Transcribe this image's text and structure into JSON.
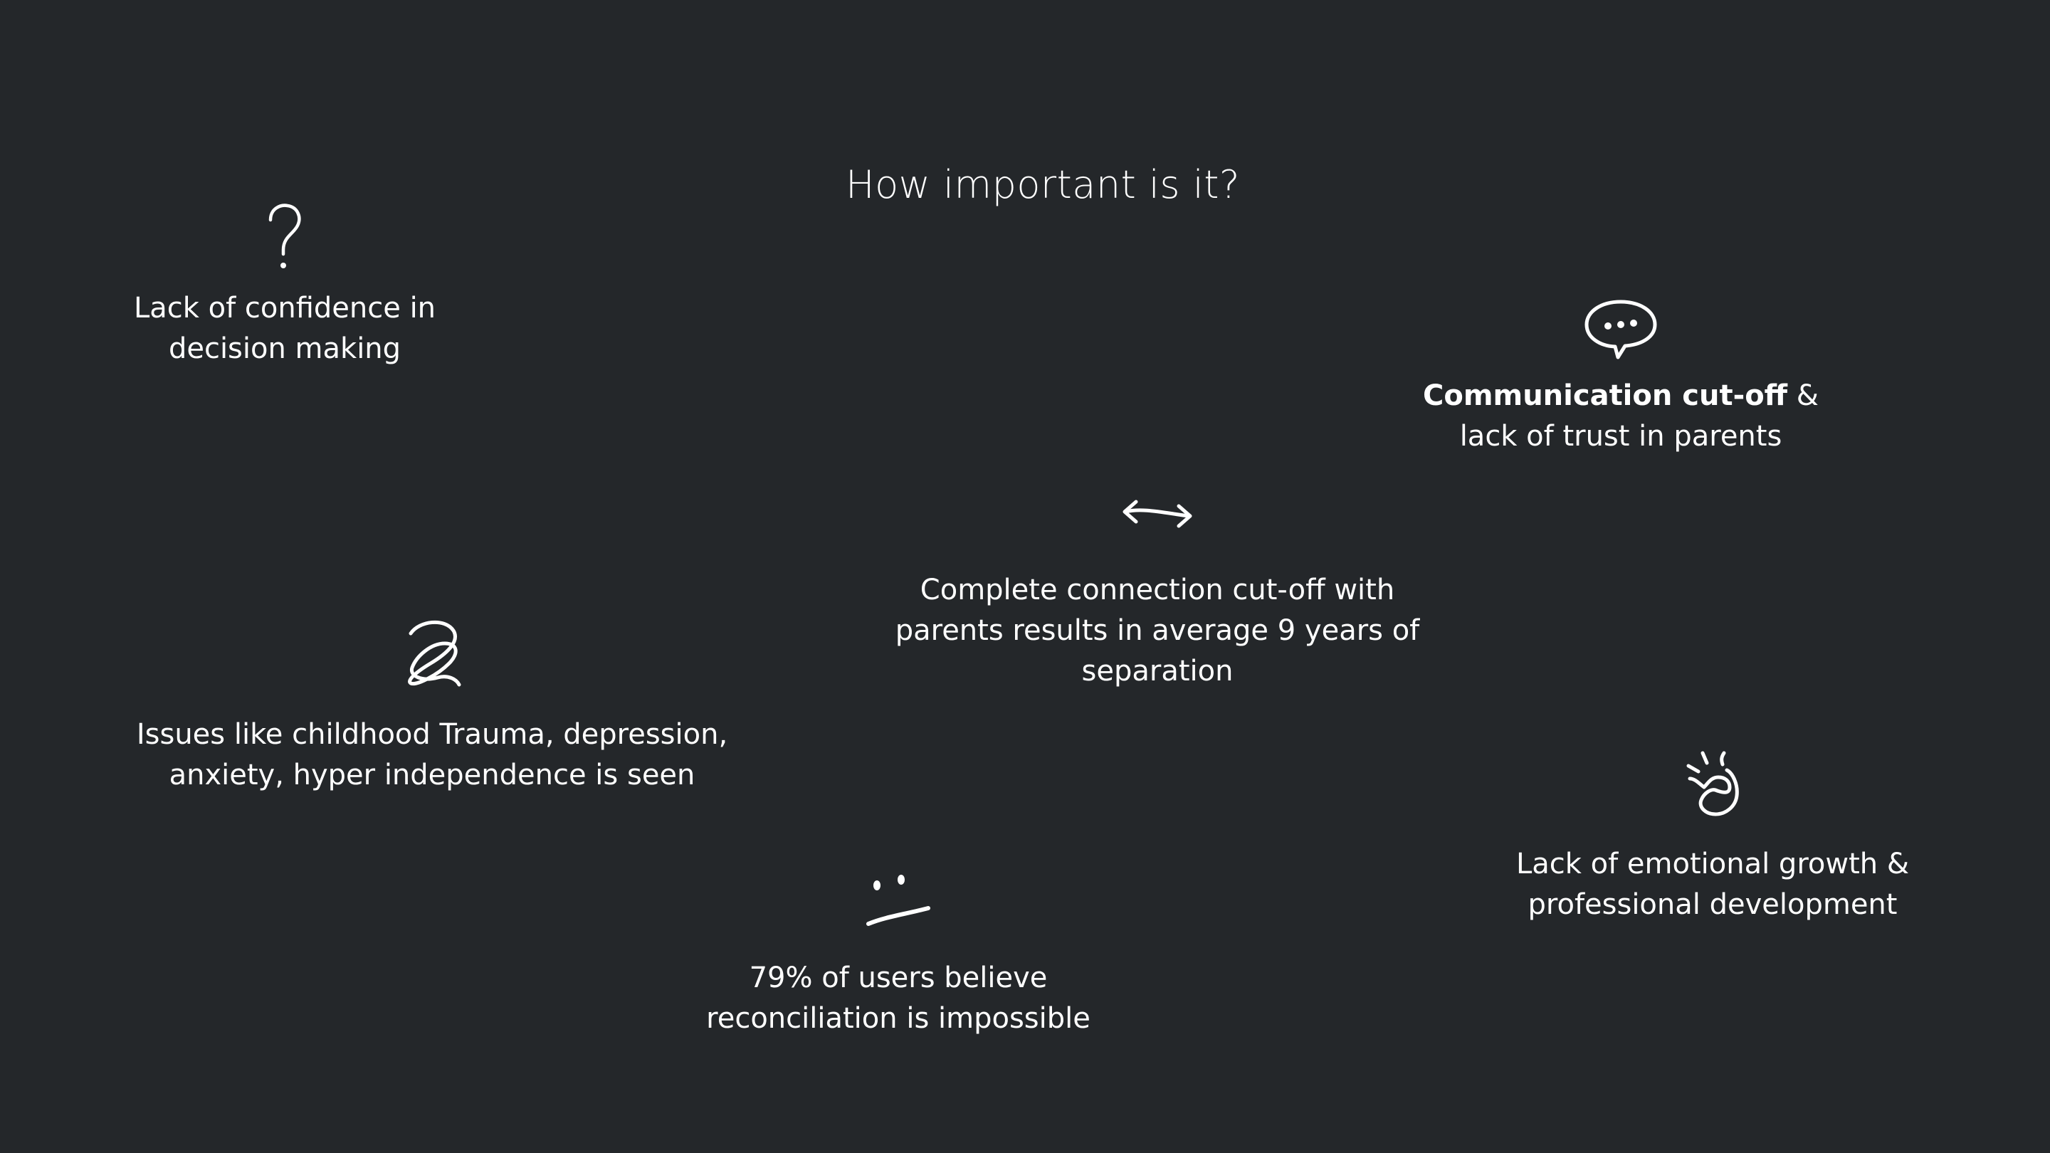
{
  "title": "How important is it?",
  "cards": [
    {
      "id": "confidence",
      "icon": "question-mark-icon",
      "lines": [
        "Lack of confidence in",
        "decision making"
      ]
    },
    {
      "id": "communication",
      "icon": "speech-bubble-icon",
      "line1_bold": "Communication cut-off",
      "line1_rest": " &",
      "lines": [
        "lack of trust in parents"
      ]
    },
    {
      "id": "connection",
      "icon": "double-arrow-icon",
      "lines": [
        "Complete connection cut-off with",
        "parents results in average 9 years of",
        "separation"
      ]
    },
    {
      "id": "trauma",
      "icon": "scribble-icon",
      "lines": [
        "Issues like childhood Trauma, depression,",
        "anxiety, hyper independence is seen"
      ]
    },
    {
      "id": "growth",
      "icon": "heart-hand-icon",
      "lines": [
        "Lack of emotional growth &",
        "professional development"
      ]
    },
    {
      "id": "reconciliation",
      "icon": "neutral-face-icon",
      "lines": [
        "79% of users believe",
        "reconciliation is impossible"
      ]
    }
  ]
}
